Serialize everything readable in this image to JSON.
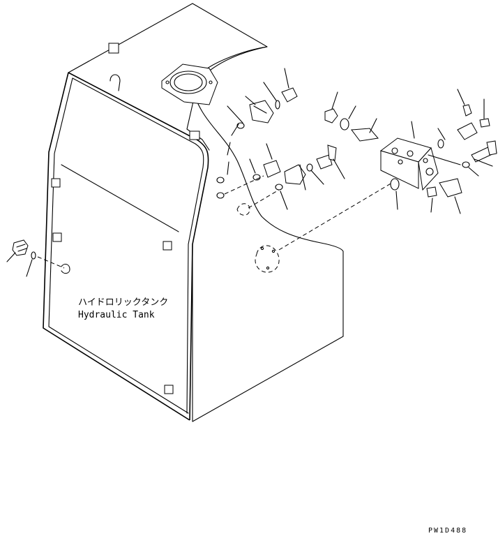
{
  "diagram": {
    "tank_label_jp": "ハイドロリックタンク",
    "tank_label_en": "Hydraulic Tank",
    "drawing_code": "PW1D488"
  }
}
